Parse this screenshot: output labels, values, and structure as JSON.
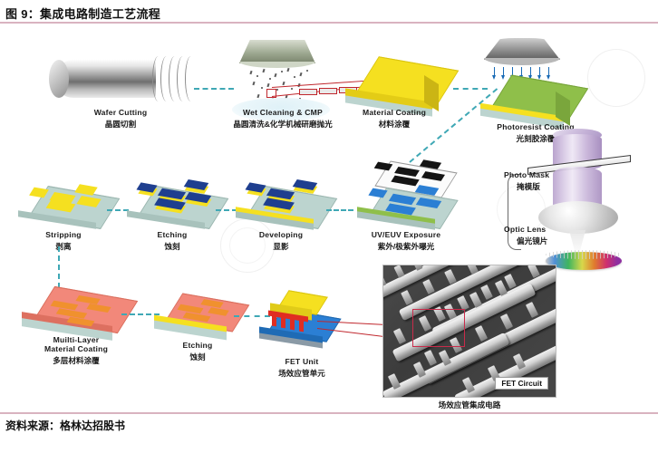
{
  "figure": {
    "title": "图 9：集成电路制造工艺流程",
    "source": "资料来源：格林达招股书",
    "accent_rule_color": "#d9b3c0",
    "connector_color": "#3fa8b5"
  },
  "steps": [
    {
      "id": "wafer-cutting",
      "en": "Wafer Cutting",
      "cn": "晶圆切割"
    },
    {
      "id": "wet-cleaning-cmp",
      "en": "Wet Cleaning & CMP",
      "cn": "晶圆清洗&化学机械研磨抛光"
    },
    {
      "id": "material-coating",
      "en": "Material Coating",
      "cn": "材料涂覆"
    },
    {
      "id": "photoresist-coating",
      "en": "Photoresist Coating",
      "cn": "光刻胶涂覆"
    },
    {
      "id": "uv-euv-exposure",
      "en": "UV/EUV Exposure",
      "cn": "紫外/极紫外曝光"
    },
    {
      "id": "developing",
      "en": "Developing",
      "cn": "显影"
    },
    {
      "id": "etching-1",
      "en": "Etching",
      "cn": "蚀刻"
    },
    {
      "id": "stripping",
      "en": "Stripping",
      "cn": "剥离"
    },
    {
      "id": "multilayer-coating",
      "en": "Muilti-Layer",
      "en2": "Material Coating",
      "cn": "多层材料涂覆"
    },
    {
      "id": "etching-2",
      "en": "Etching",
      "cn": "蚀刻"
    },
    {
      "id": "fet-unit",
      "en": "FET Unit",
      "cn": "场效应管单元"
    },
    {
      "id": "fet-circuit",
      "en": "FET Circuit",
      "cn": "场效应管集成电路"
    }
  ],
  "optics": [
    {
      "id": "photo-mask",
      "en": "Photo Mask",
      "cn": "掩模版"
    },
    {
      "id": "optic-lens",
      "en": "Optic Lens",
      "cn": "偏光镜片"
    }
  ],
  "palette": {
    "wafer_yellow": "#f5e020",
    "wafer_blue": "#2b7fd4",
    "wafer_green": "#8fbf4a",
    "wafer_teal": "#bcd4cf",
    "wafer_pink": "#f2887a",
    "wafer_orange": "#f0912e",
    "metal_grey": "#8e8e8e",
    "mask_purple": "#b9a3cd",
    "highlight_red": "#c82b4a"
  }
}
